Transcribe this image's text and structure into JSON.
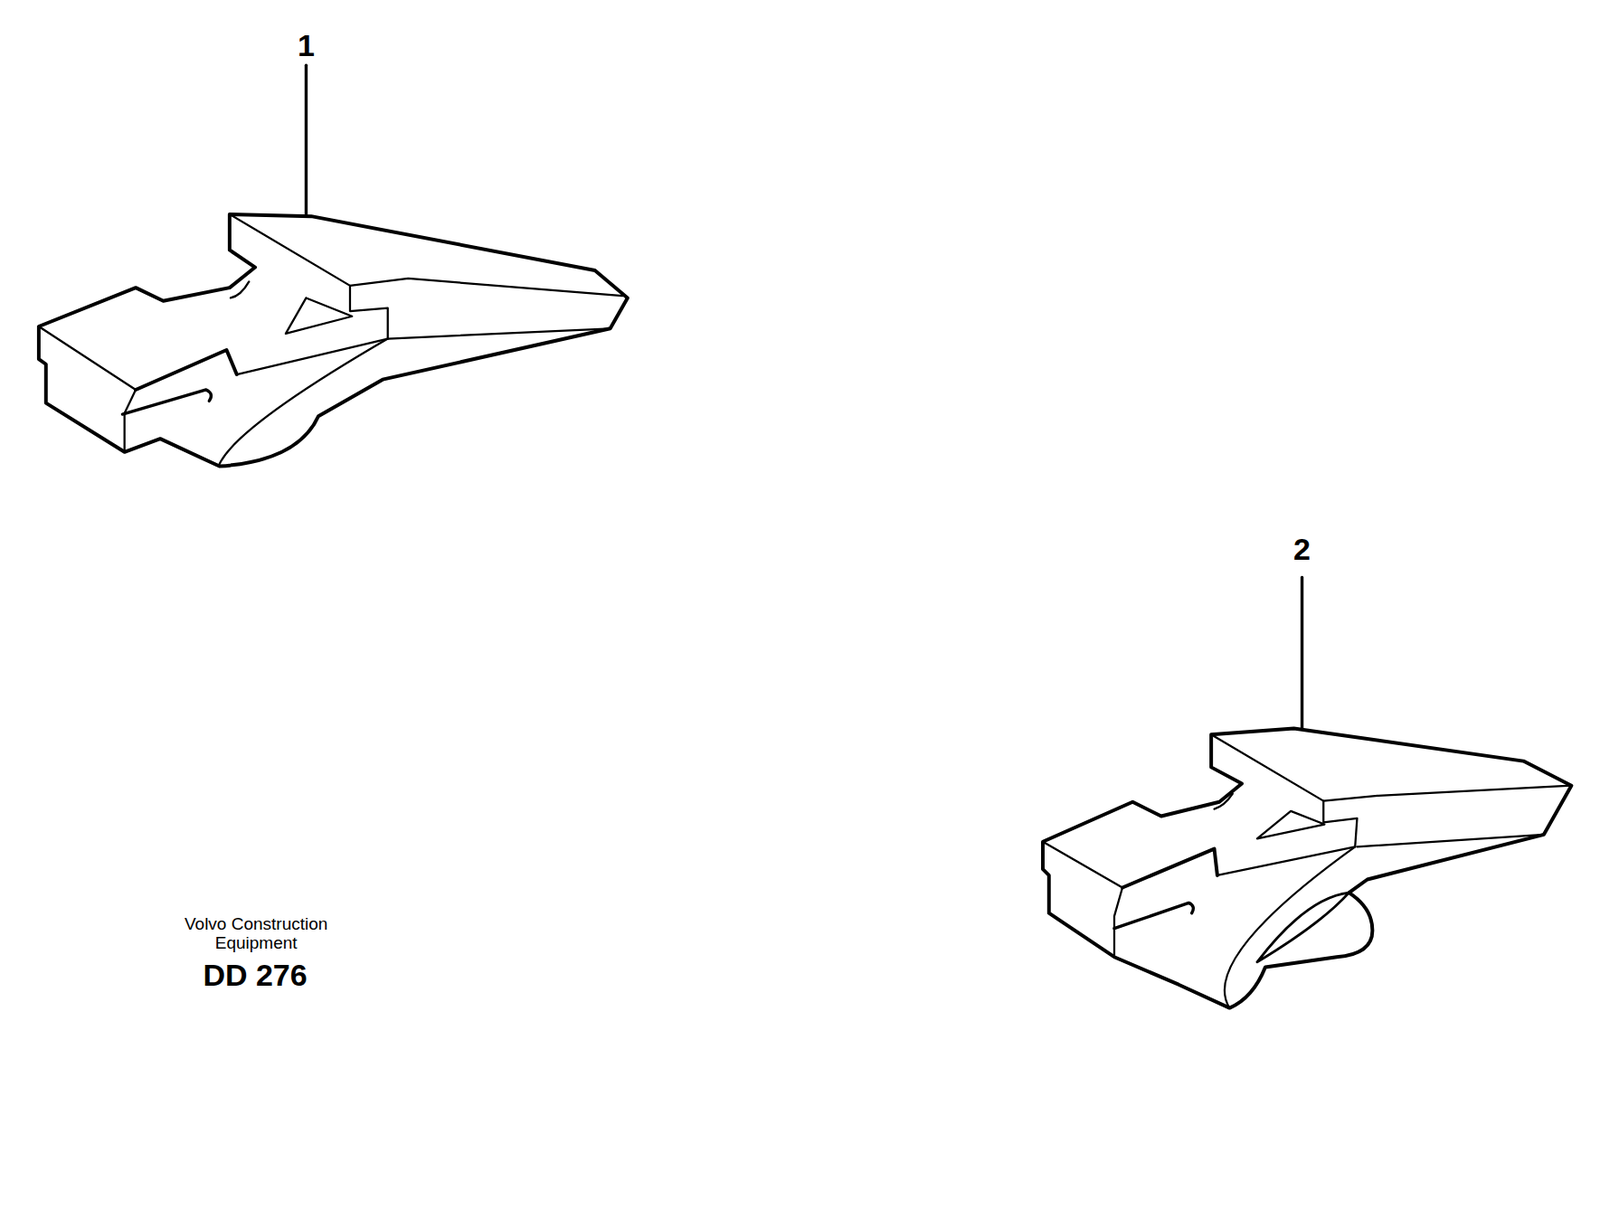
{
  "diagram": {
    "labels": [
      "1",
      "2",
      "Volvo Construction Equipment",
      "DD 276"
    ]
  }
}
